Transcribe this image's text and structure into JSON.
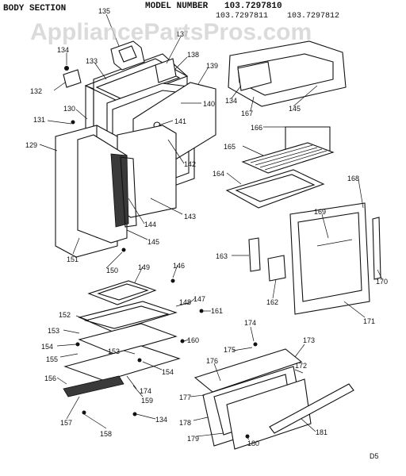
{
  "header": {
    "section": "BODY SECTION",
    "model_label": "MODEL NUMBER",
    "model_1": "103.7297810",
    "model_2": "103.7297811",
    "model_3": "103.7297812"
  },
  "watermark": "AppliancePartsPros.com",
  "page_code": "D5",
  "callouts": [
    {
      "id": "135",
      "text": "135"
    },
    {
      "id": "137",
      "text": "137"
    },
    {
      "id": "138",
      "text": "138"
    },
    {
      "id": "139",
      "text": "139"
    },
    {
      "id": "134a",
      "text": "134"
    },
    {
      "id": "133",
      "text": "133"
    },
    {
      "id": "132",
      "text": "132"
    },
    {
      "id": "130",
      "text": "130"
    },
    {
      "id": "131",
      "text": "131"
    },
    {
      "id": "129",
      "text": "129"
    },
    {
      "id": "140",
      "text": "140"
    },
    {
      "id": "141",
      "text": "141"
    },
    {
      "id": "142",
      "text": "142"
    },
    {
      "id": "143",
      "text": "143"
    },
    {
      "id": "144",
      "text": "144"
    },
    {
      "id": "145a",
      "text": "145"
    },
    {
      "id": "151",
      "text": "151"
    },
    {
      "id": "150",
      "text": "150"
    },
    {
      "id": "134b",
      "text": "134"
    },
    {
      "id": "167",
      "text": "167"
    },
    {
      "id": "145b",
      "text": "145"
    },
    {
      "id": "166",
      "text": "166"
    },
    {
      "id": "165",
      "text": "165"
    },
    {
      "id": "164",
      "text": "164"
    },
    {
      "id": "168",
      "text": "168"
    },
    {
      "id": "169",
      "text": "169"
    },
    {
      "id": "163",
      "text": "163"
    },
    {
      "id": "162",
      "text": "162"
    },
    {
      "id": "170",
      "text": "170"
    },
    {
      "id": "171",
      "text": "171"
    },
    {
      "id": "149",
      "text": "149"
    },
    {
      "id": "146",
      "text": "146"
    },
    {
      "id": "147",
      "text": "147"
    },
    {
      "id": "148",
      "text": "148"
    },
    {
      "id": "161",
      "text": "161"
    },
    {
      "id": "152",
      "text": "152"
    },
    {
      "id": "153a",
      "text": "153"
    },
    {
      "id": "154a",
      "text": "154"
    },
    {
      "id": "155",
      "text": "155"
    },
    {
      "id": "153b",
      "text": "153"
    },
    {
      "id": "160",
      "text": "160"
    },
    {
      "id": "154b",
      "text": "154"
    },
    {
      "id": "156",
      "text": "156"
    },
    {
      "id": "174a",
      "text": "174"
    },
    {
      "id": "159",
      "text": "159"
    },
    {
      "id": "157",
      "text": "157"
    },
    {
      "id": "134c",
      "text": "134"
    },
    {
      "id": "158",
      "text": "158"
    },
    {
      "id": "174b",
      "text": "174"
    },
    {
      "id": "175",
      "text": "175"
    },
    {
      "id": "173",
      "text": "173"
    },
    {
      "id": "176",
      "text": "176"
    },
    {
      "id": "172",
      "text": "172"
    },
    {
      "id": "177",
      "text": "177"
    },
    {
      "id": "178",
      "text": "178"
    },
    {
      "id": "179",
      "text": "179"
    },
    {
      "id": "180",
      "text": "180"
    },
    {
      "id": "181",
      "text": "181"
    }
  ]
}
